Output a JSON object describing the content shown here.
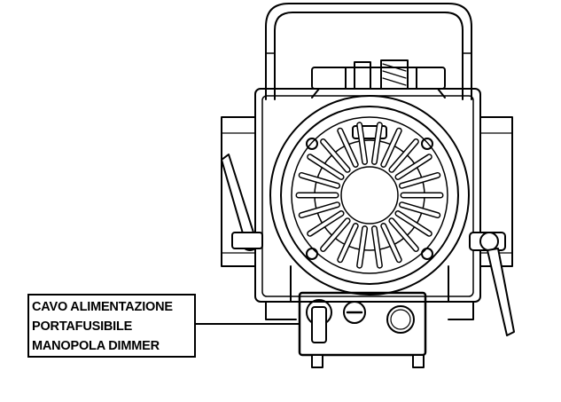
{
  "diagram": {
    "subject": "stage-spotlight-front-view",
    "stroke_color": "#000000",
    "background": "#ffffff"
  },
  "callout": {
    "lines": [
      "CAVO ALIMENTAZIONE",
      "PORTAFUSIBILE",
      "MANOPOLA DIMMER"
    ]
  },
  "control_panel": {
    "items": [
      "power-cable-connector",
      "fuse-holder",
      "dimmer-knob"
    ]
  }
}
